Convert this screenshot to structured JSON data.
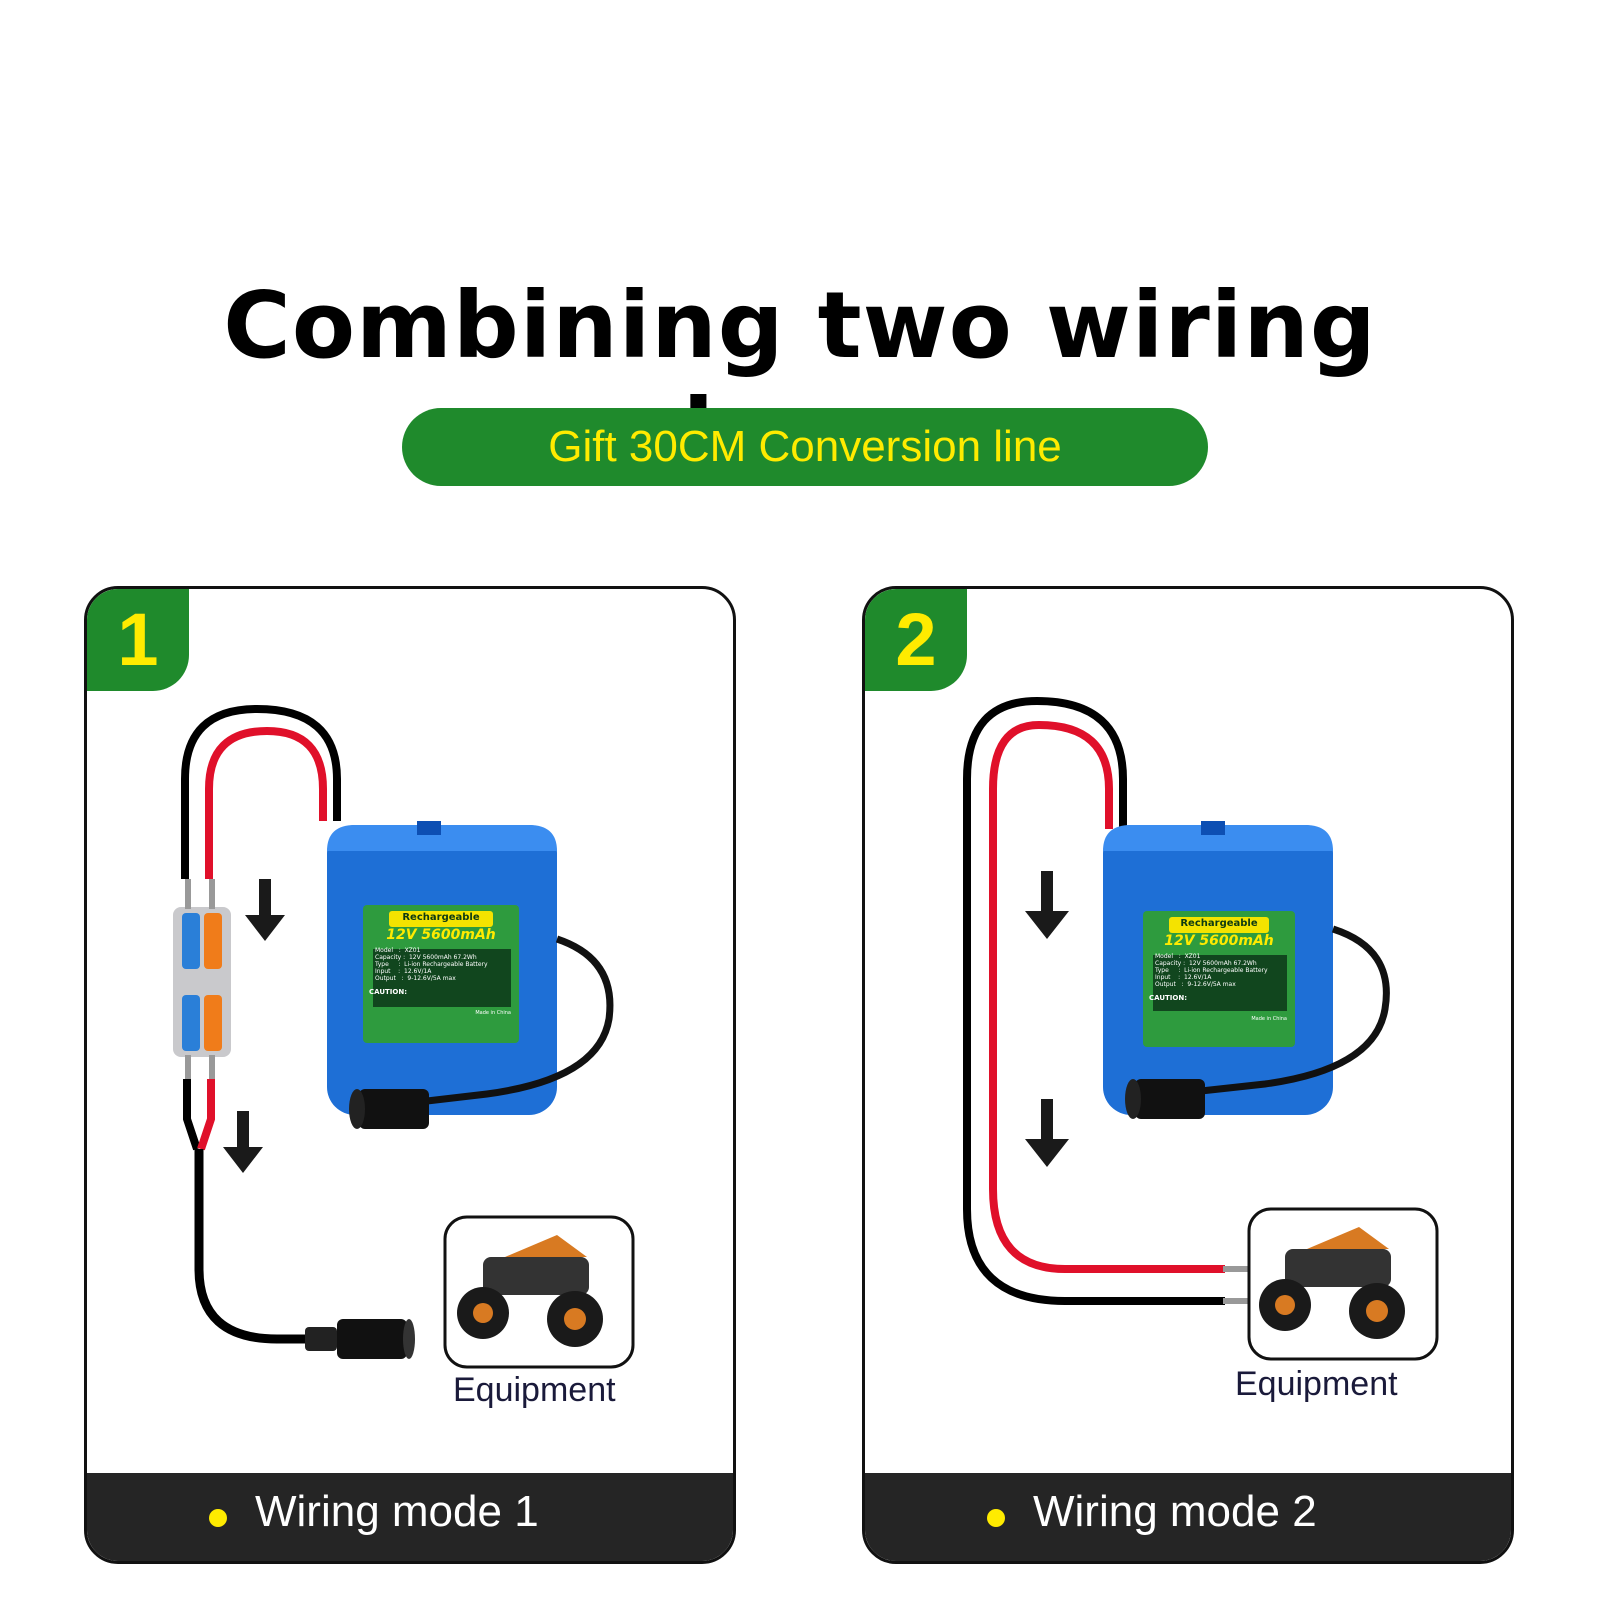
{
  "title": "Combining two wiring schemes",
  "subtitle": "Gift 30CM Conversion line",
  "battery_label": {
    "badge": "Rechargeable",
    "rating": "12V 5600mAh",
    "specs": [
      "Model   :  XZ01",
      "Capacity :  12V 5600mAh 67.2Wh",
      "Type     :  Li-ion Rechargeable Battery",
      "Input    :  12.6V/1A",
      "Output   :  9-12.6V/5A max"
    ],
    "caution": "CAUTION:",
    "made_in": "Made in China"
  },
  "panels": [
    {
      "number": "1",
      "equipment": "Equipment",
      "mode": "Wiring mode 1"
    },
    {
      "number": "2",
      "equipment": "Equipment",
      "mode": "Wiring mode 2"
    }
  ],
  "colors": {
    "green": "#1f8a2c",
    "yellow": "#ffeb00",
    "battery_blue": "#1e6fd6",
    "wire_red": "#e0102a",
    "footer": "#252525"
  }
}
